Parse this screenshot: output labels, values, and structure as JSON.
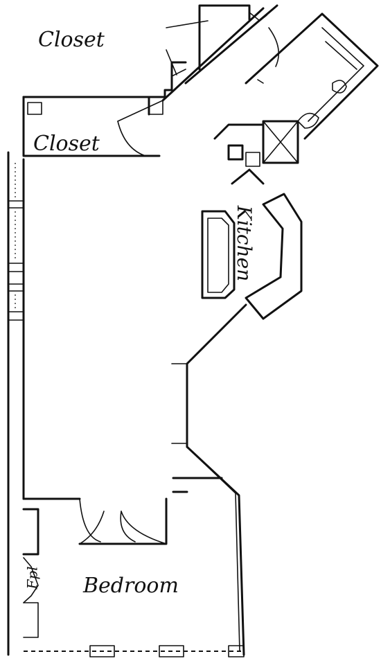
{
  "labels": {
    "closet_top": "Closet",
    "closet_mid": "Closet",
    "kitchen": "Kitchen",
    "bedroom": "Bedroom",
    "fireplace": "Fpl"
  }
}
